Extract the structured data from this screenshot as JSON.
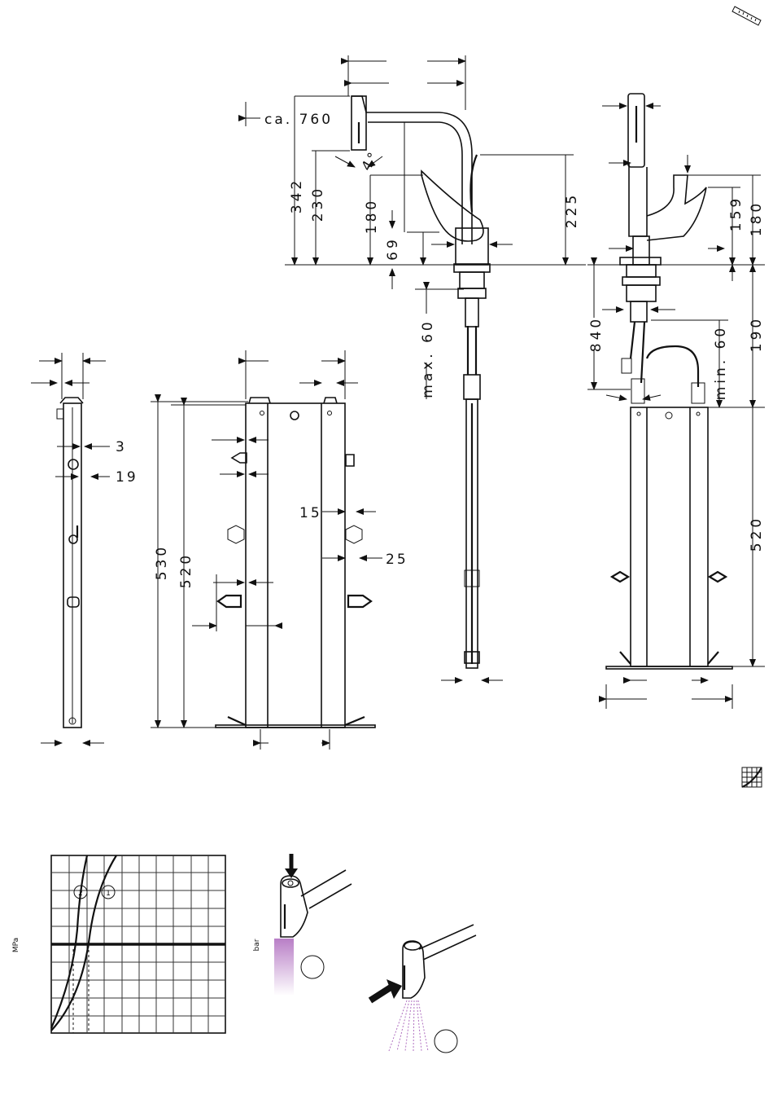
{
  "dimensions": {
    "ca_760": "ca. 760",
    "d342": "342",
    "d230": "230",
    "d180_front": "180",
    "d69": "69",
    "d225": "225",
    "angle": "4°",
    "max60": "max. 60",
    "d159": "159",
    "d180_side": "180",
    "d840": "840",
    "min60": "min. 60",
    "d190": "190",
    "d520_right": "520",
    "d3": "3",
    "d19": "19",
    "d15": "15",
    "d25": "25",
    "d530": "530",
    "d520_left": "520"
  },
  "chart": {
    "y_unit": "MPa",
    "curve_labels": [
      "2",
      "1"
    ]
  },
  "operation": {
    "bar_label": "bar"
  },
  "colors": {
    "line": "#111111",
    "spray": "#b070c0"
  }
}
